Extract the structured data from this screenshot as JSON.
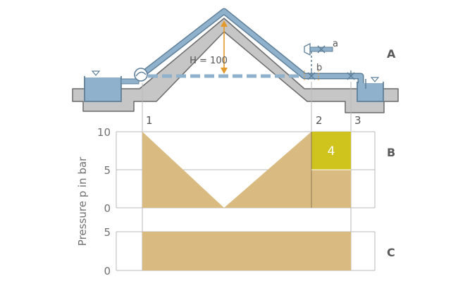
{
  "colors": {
    "tan": "#d9bb81",
    "yellow_box": "#cfc31e",
    "pipe_blue": "#8fb1cc",
    "pipe_dark": "#5f7f99",
    "water": "#8fb1cc",
    "ground": "#c6c6c6",
    "ground_dark": "#6a6a6a",
    "arrow": "#e39a2c",
    "grid": "#b9b9b9",
    "text": "#555555"
  },
  "sections": {
    "a": "A",
    "b": "B",
    "c": "C"
  },
  "points": {
    "p1": "1",
    "p2": "2",
    "p3": "3"
  },
  "labels": {
    "height": "H = 100",
    "valve_a": "a",
    "valve_b": "b",
    "box": "4"
  },
  "axis": {
    "ylabel": "Pressure p in bar"
  },
  "chart_data": [
    {
      "type": "area",
      "panel": "B",
      "x": [
        0,
        1,
        2,
        3
      ],
      "x_labels": [
        "1",
        "2",
        "3"
      ],
      "values": [
        10,
        0,
        10,
        5
      ],
      "yticks": [
        0,
        5,
        10
      ],
      "ylim": [
        0,
        10
      ],
      "box": {
        "label": "4",
        "from": 5,
        "to": 10
      },
      "grid": true
    },
    {
      "type": "area",
      "panel": "C",
      "values": [
        5,
        5
      ],
      "yticks": [
        0,
        5
      ],
      "ylim": [
        0,
        5
      ],
      "grid": true
    }
  ]
}
